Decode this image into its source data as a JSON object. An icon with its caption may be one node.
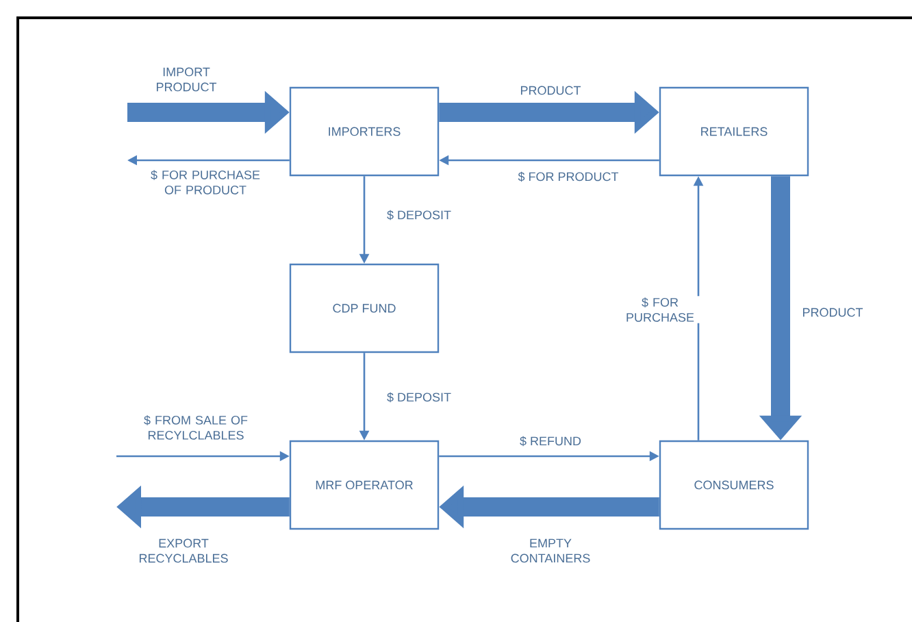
{
  "diagram": {
    "nodes": [
      {
        "text": [
          "IMPORTERS"
        ]
      },
      {
        "text": [
          "RETAILERS"
        ]
      },
      {
        "text": [
          "CDP FUND"
        ]
      },
      {
        "text": [
          "MRF OPERATOR"
        ]
      },
      {
        "text": [
          "CONSUMERS"
        ]
      }
    ],
    "edges": [
      {
        "from": null,
        "to": 0,
        "arrow": "to",
        "label": "IMPORT PRODUCT",
        "style": "thick"
      },
      {
        "from": 0,
        "to": 1,
        "arrow": "to",
        "label": "PRODUCT",
        "style": "thick"
      },
      {
        "from": 1,
        "to": 0,
        "arrow": "to",
        "label": "$ FOR PRODUCT"
      },
      {
        "from": 0,
        "to": null,
        "arrow": "to",
        "label": "$ FOR PURCHASE OF PRODUCT"
      },
      {
        "from": 0,
        "to": 2,
        "arrow": "to",
        "label": "$ DEPOSIT"
      },
      {
        "from": 2,
        "to": 3,
        "arrow": "to",
        "label": "$ DEPOSIT"
      },
      {
        "from": 1,
        "to": 4,
        "arrow": "to",
        "label": "PRODUCT",
        "style": "thick"
      },
      {
        "from": 4,
        "to": 1,
        "arrow": "to",
        "label": "$ FOR PURCHASE"
      },
      {
        "from": null,
        "to": 3,
        "arrow": "to",
        "label": "$ FROM SALE OF RECYLCLABLES"
      },
      {
        "from": 3,
        "to": 4,
        "arrow": "to",
        "label": "$ REFUND"
      },
      {
        "from": 4,
        "to": 3,
        "arrow": "to",
        "label": "EMPTY CONTAINERS",
        "style": "thick"
      },
      {
        "from": 3,
        "to": null,
        "arrow": "to",
        "label": "EXPORT RECYCLABLES",
        "style": "thick"
      }
    ]
  }
}
